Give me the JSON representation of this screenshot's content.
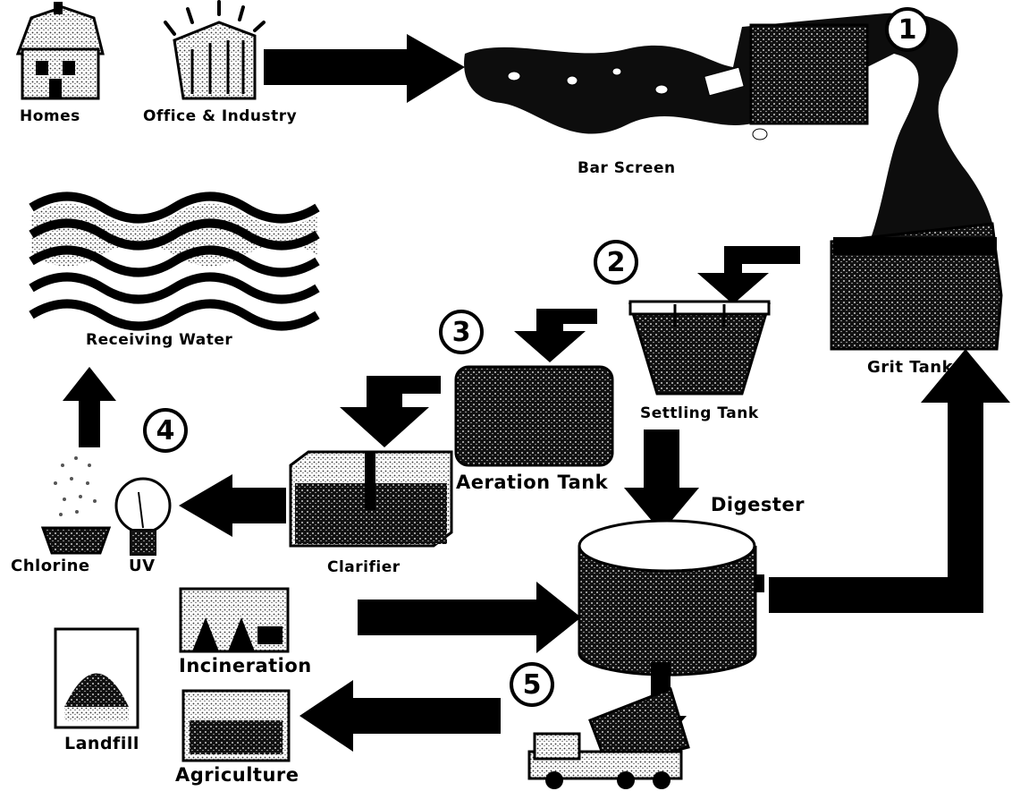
{
  "labels": {
    "homes": "Homes",
    "office_industry": "Office & Industry",
    "bar_screen": "Bar Screen",
    "grit_tank": "Grit Tank",
    "receiving_water": "Receiving Water",
    "settling_tank": "Settling Tank",
    "aeration_tank": "Aeration Tank",
    "digester": "Digester",
    "clarifier": "Clarifier",
    "chlorine": "Chlorine",
    "uv": "UV",
    "incineration": "Incineration",
    "landfill": "Landfill",
    "agriculture": "Agriculture"
  },
  "steps": [
    "1",
    "2",
    "3",
    "4",
    "5"
  ],
  "colors": {
    "ink": "#000000",
    "background": "#ffffff"
  }
}
